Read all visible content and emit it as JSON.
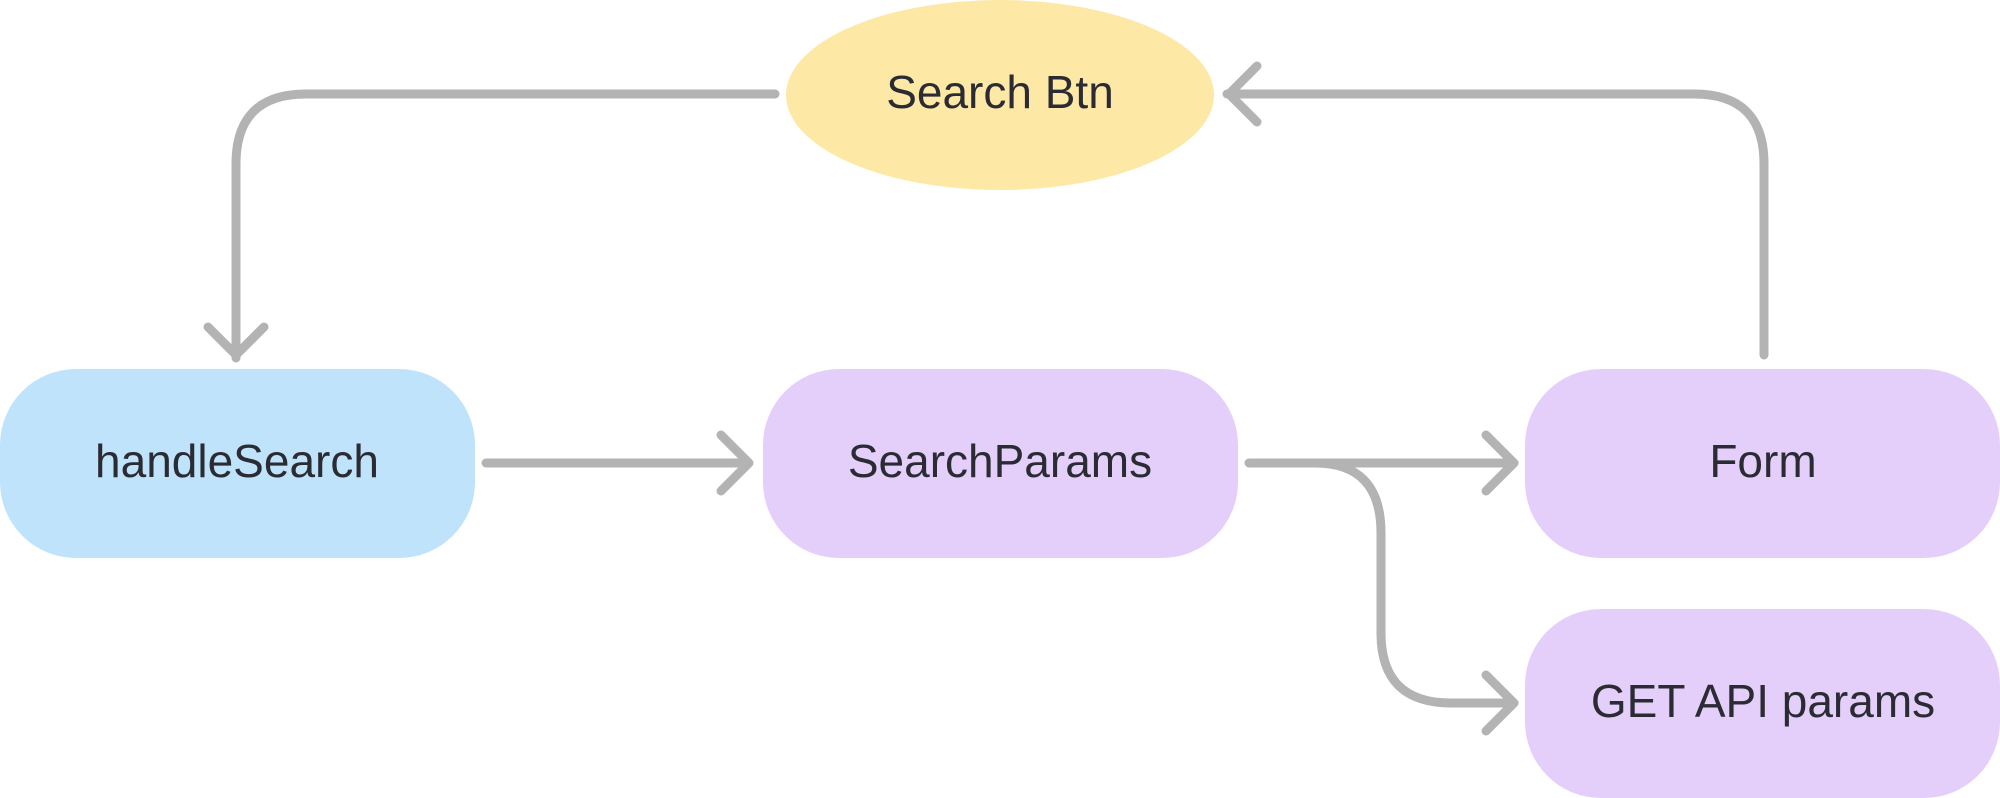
{
  "colors": {
    "trigger_fill": "#fde8a6",
    "handler_fill": "#bfe3fb",
    "state_fill": "#e4cffb",
    "connector_stroke": "#b3b3b3",
    "label_text": "#2b2b33"
  },
  "nodes": {
    "search_btn": {
      "label": "Search Btn",
      "shape": "ellipse"
    },
    "handle_search": {
      "label": "handleSearch",
      "shape": "rounded-rect"
    },
    "search_params": {
      "label": "SearchParams",
      "shape": "rounded-rect"
    },
    "form": {
      "label": "Form",
      "shape": "rounded-rect"
    },
    "get_api_params": {
      "label": "GET API params",
      "shape": "rounded-rect"
    }
  },
  "edges": [
    {
      "from": "search_btn",
      "to": "handle_search"
    },
    {
      "from": "handle_search",
      "to": "search_params"
    },
    {
      "from": "search_params",
      "to": "form"
    },
    {
      "from": "search_params",
      "to": "get_api_params"
    },
    {
      "from": "form",
      "to": "search_btn"
    }
  ]
}
